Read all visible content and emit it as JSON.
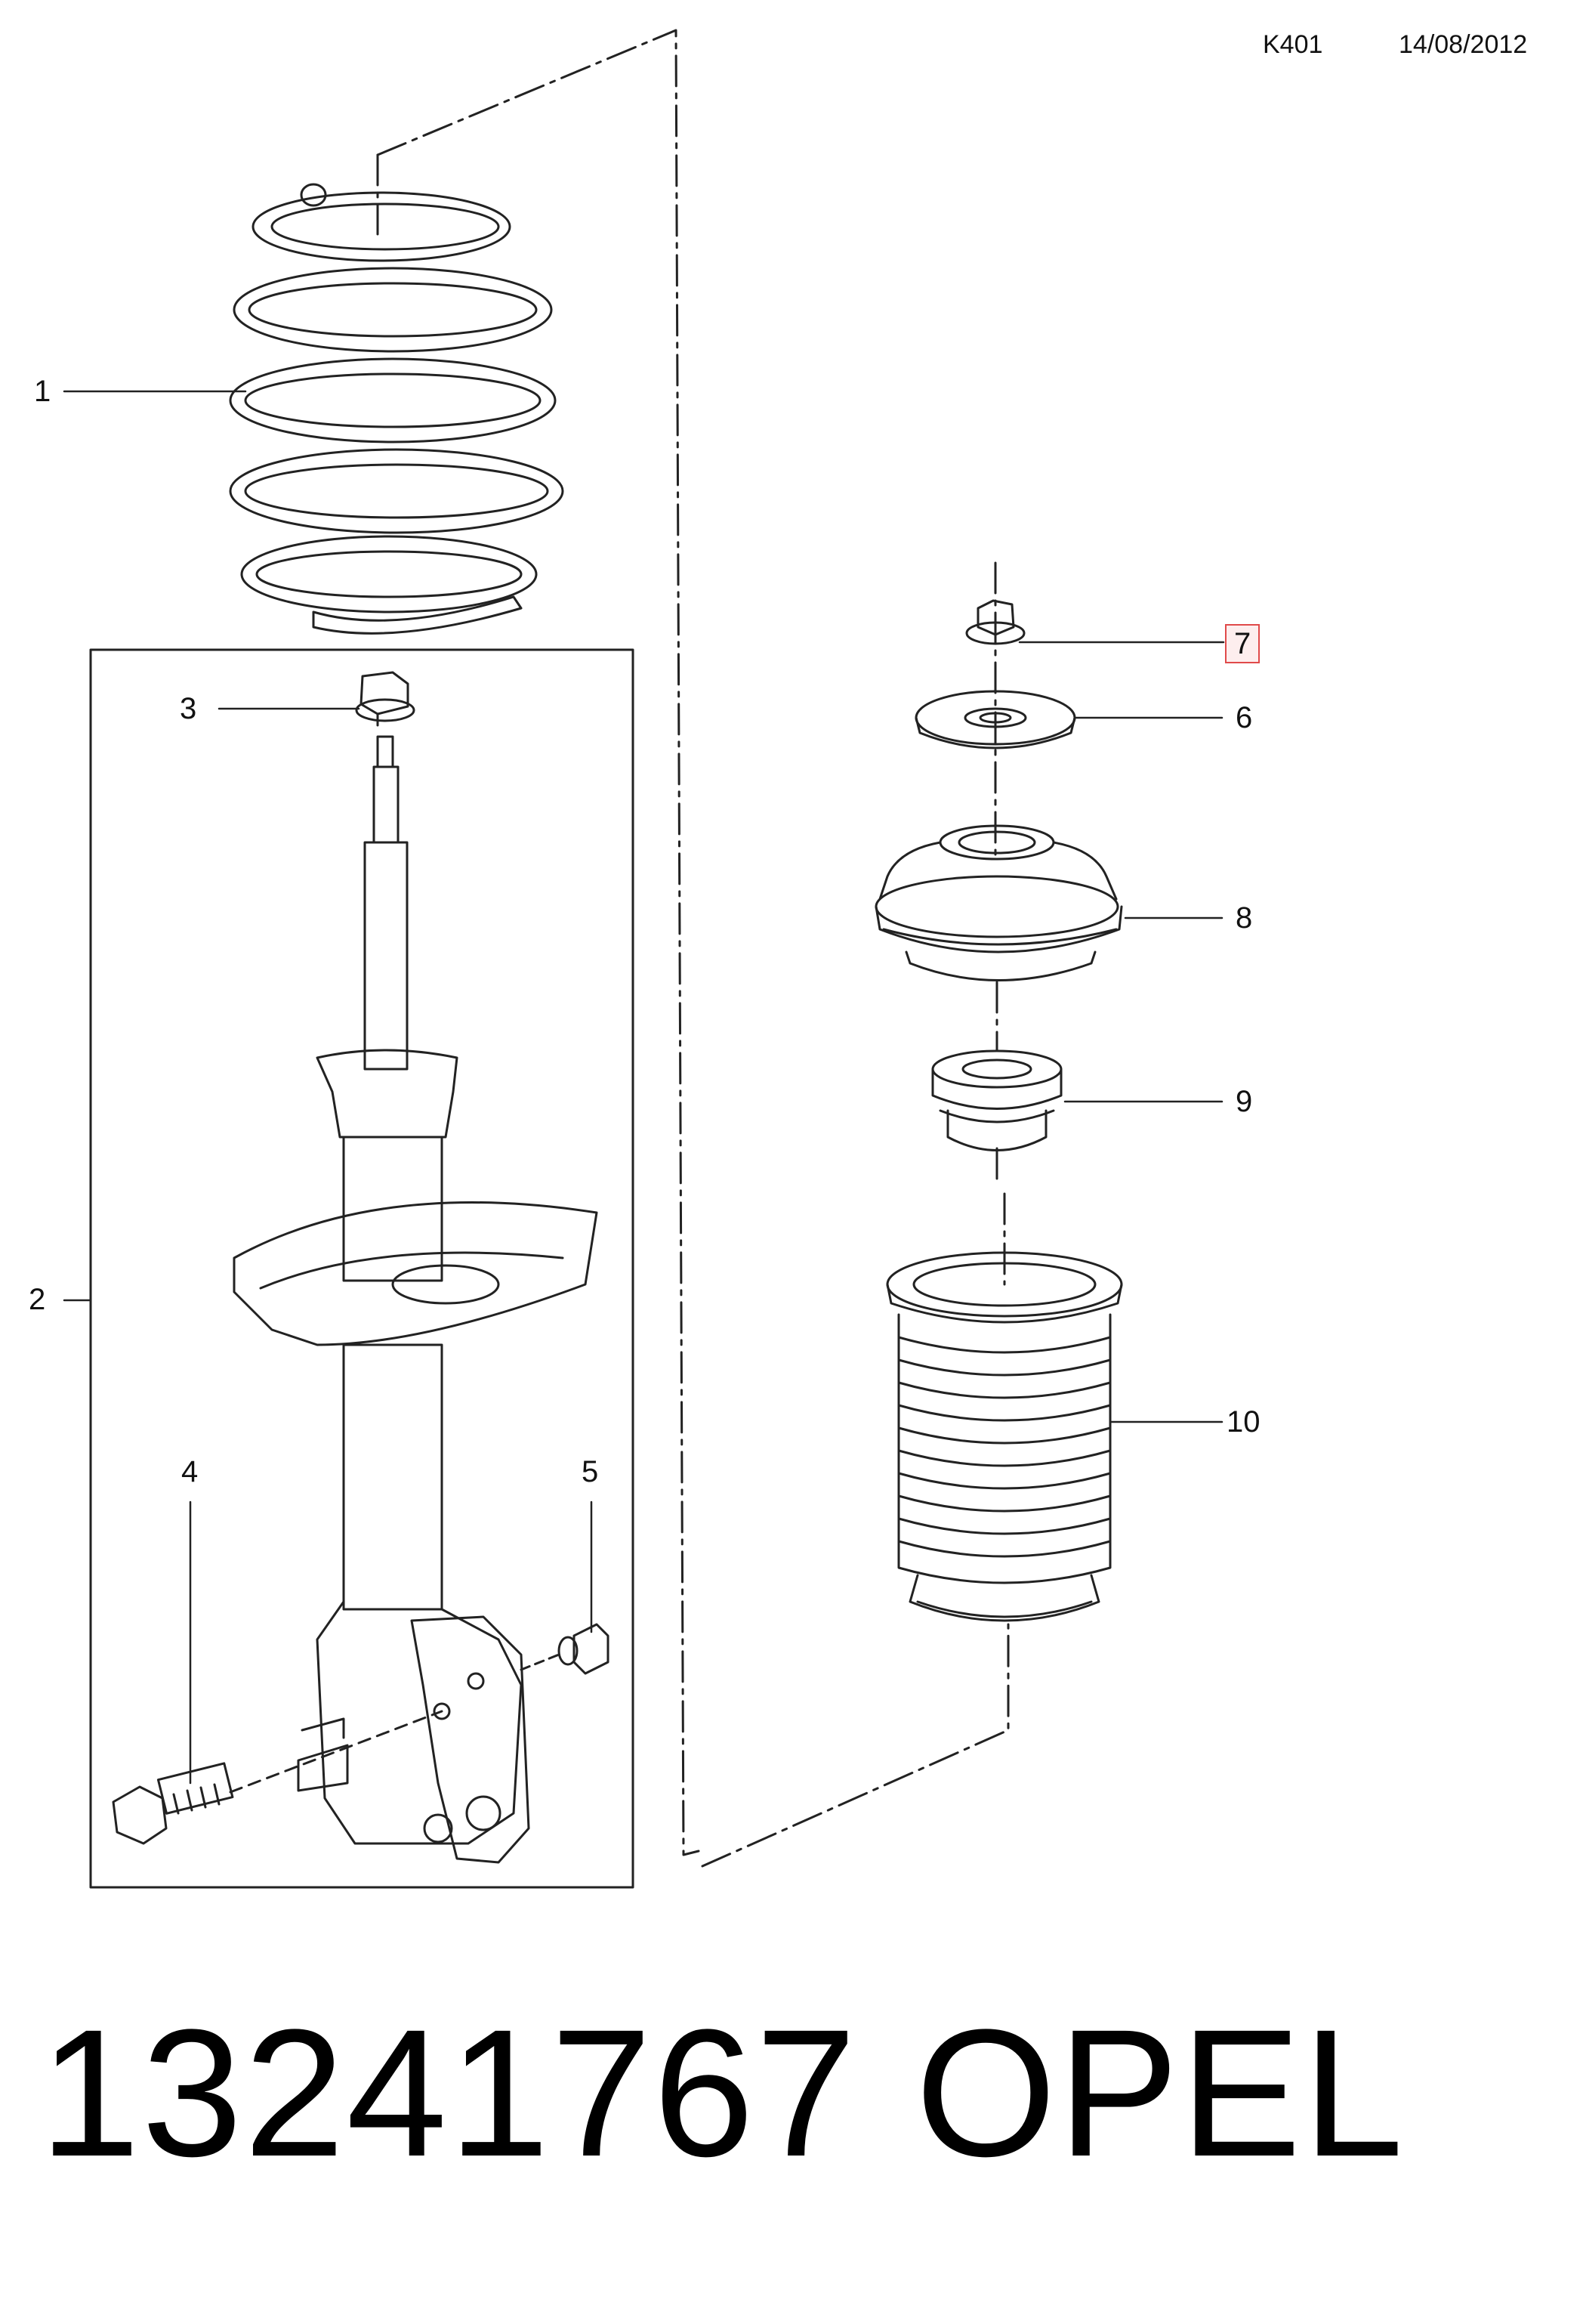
{
  "header": {
    "code": "K401",
    "date": "14/08/2012"
  },
  "callouts": {
    "c1": "1",
    "c2": "2",
    "c3": "3",
    "c4": "4",
    "c5": "5",
    "c6": "6",
    "c7": "7",
    "c8": "8",
    "c9": "9",
    "c10": "10"
  },
  "footer": {
    "part_number": "13241767",
    "brand": "OPEL"
  },
  "colors": {
    "line": "#222222",
    "highlight_border": "#e04a4a",
    "highlight_fill": "#fdeeee"
  }
}
